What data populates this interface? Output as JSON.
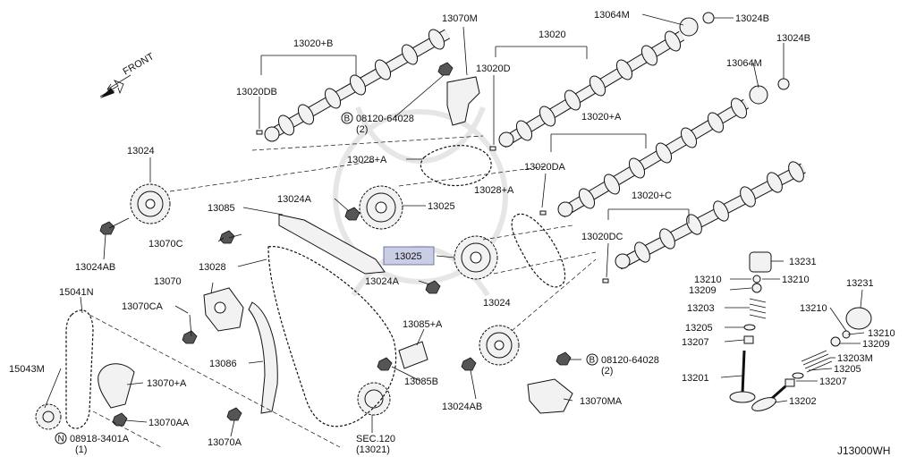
{
  "labels": {
    "front": "FRONT",
    "p13020B": "13020+B",
    "p13070M": "13070M",
    "p13064M_top": "13064M",
    "p13024B_top": "13024B",
    "p13020": "13020",
    "p13024B_right": "13024B",
    "p13020DB": "13020DB",
    "p13020D": "13020D",
    "p13064M_right": "13064M",
    "bolt1_code": "08120-64028",
    "bolt1_qty": "(2)",
    "p13020A": "13020+A",
    "p13024": "13024",
    "p13028A_top": "13028+A",
    "p13020DA": "13020DA",
    "p13024A_top": "13024A",
    "p13028A_mid": "13028+A",
    "p13025_top": "13025",
    "p13020C": "13020+C",
    "p13085": "13085",
    "p13070C": "13070C",
    "p13020DC": "13020DC",
    "p13025_hl": "13025",
    "p13231_top": "13231",
    "p13024AB_left": "13024AB",
    "p13028": "13028",
    "p13210_a": "13210",
    "p13210_b": "13210",
    "p13209_a": "13209",
    "p13070": "13070",
    "p13024A_mid": "13024A",
    "p13231_right": "13231",
    "p15041N": "15041N",
    "p13024_mid": "13024",
    "p13203": "13203",
    "p13070CA": "13070CA",
    "p13210_c": "13210",
    "p13210_d": "13210",
    "p13085A": "13085+A",
    "p13205_a": "13205",
    "p13207_a": "13207",
    "p13209_b": "13209",
    "p15043M": "15043M",
    "p13086": "13086",
    "bolt2_code": "08120-64028",
    "bolt2_qty": "(2)",
    "p13203M": "13203M",
    "p13205_b": "13205",
    "p13070A_plus": "13070+A",
    "p13085B": "13085B",
    "p13201": "13201",
    "p13207_b": "13207",
    "p13024AB_mid": "13024AB",
    "p13070MA": "13070MA",
    "p13202": "13202",
    "p13070AA": "13070AA",
    "nut_code": "08918-3401A",
    "nut_qty": "(1)",
    "p13070A": "13070A",
    "sec_code": "SEC.120",
    "sec_sub": "(13021)",
    "drawing_id": "J13000WH",
    "bolt_marker": "B",
    "nut_marker": "N"
  }
}
